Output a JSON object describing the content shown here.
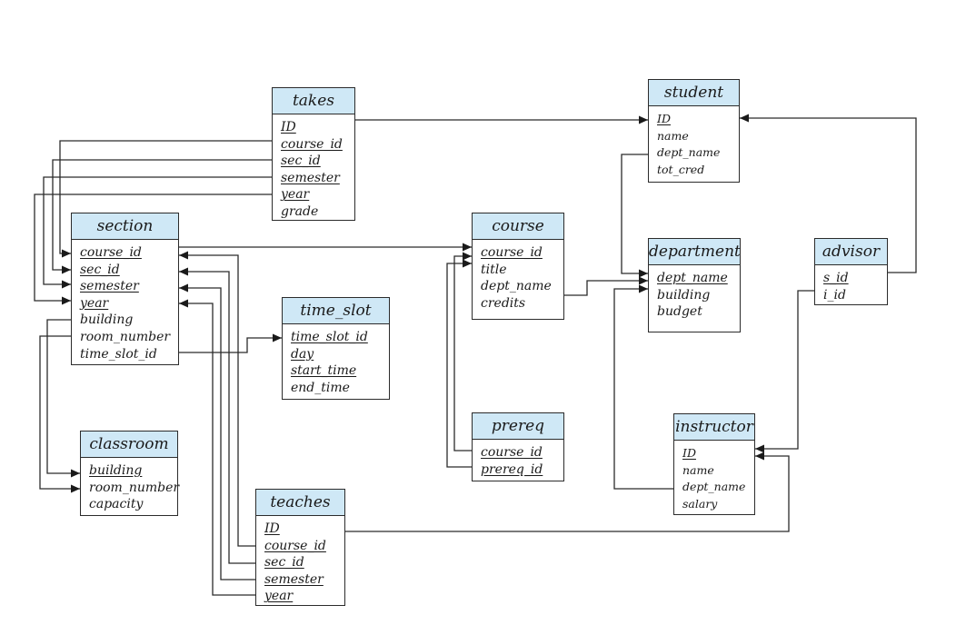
{
  "tables": {
    "takes": {
      "name": "takes",
      "attributes": [
        {
          "name": "ID",
          "key": true
        },
        {
          "name": "course_id",
          "key": true
        },
        {
          "name": "sec_id",
          "key": true
        },
        {
          "name": "semester",
          "key": true
        },
        {
          "name": "year",
          "key": true
        },
        {
          "name": "grade",
          "key": false
        }
      ]
    },
    "student": {
      "name": "student",
      "attributes": [
        {
          "name": "ID",
          "key": true
        },
        {
          "name": "name",
          "key": false
        },
        {
          "name": "dept_name",
          "key": false
        },
        {
          "name": "tot_cred",
          "key": false
        }
      ]
    },
    "section": {
      "name": "section",
      "attributes": [
        {
          "name": "course_id",
          "key": true
        },
        {
          "name": "sec_id",
          "key": true
        },
        {
          "name": "semester",
          "key": true
        },
        {
          "name": "year",
          "key": true
        },
        {
          "name": "building",
          "key": false
        },
        {
          "name": "room_number",
          "key": false
        },
        {
          "name": "time_slot_id",
          "key": false
        }
      ]
    },
    "course": {
      "name": "course",
      "attributes": [
        {
          "name": "course_id",
          "key": true
        },
        {
          "name": "title",
          "key": false
        },
        {
          "name": "dept_name",
          "key": false
        },
        {
          "name": "credits",
          "key": false
        }
      ]
    },
    "department": {
      "name": "department",
      "attributes": [
        {
          "name": "dept_name",
          "key": true
        },
        {
          "name": "building",
          "key": false
        },
        {
          "name": "budget",
          "key": false
        }
      ]
    },
    "advisor": {
      "name": "advisor",
      "attributes": [
        {
          "name": "s_id",
          "key": true
        },
        {
          "name": "i_id",
          "key": false
        }
      ]
    },
    "time_slot": {
      "name": "time_slot",
      "attributes": [
        {
          "name": "time_slot_id",
          "key": true
        },
        {
          "name": "day",
          "key": true
        },
        {
          "name": "start_time",
          "key": true
        },
        {
          "name": "end_time",
          "key": false
        }
      ]
    },
    "classroom": {
      "name": "classroom",
      "attributes": [
        {
          "name": "building",
          "key": true
        },
        {
          "name": "room_number",
          "key": false
        },
        {
          "name": "capacity",
          "key": false
        }
      ]
    },
    "prereq": {
      "name": "prereq",
      "attributes": [
        {
          "name": "course_id",
          "key": true
        },
        {
          "name": "prereq_id",
          "key": true
        }
      ]
    },
    "instructor": {
      "name": "instructor",
      "attributes": [
        {
          "name": "ID",
          "key": true
        },
        {
          "name": "name",
          "key": false
        },
        {
          "name": "dept_name",
          "key": false
        },
        {
          "name": "salary",
          "key": false
        }
      ]
    },
    "teaches": {
      "name": "teaches",
      "attributes": [
        {
          "name": "ID",
          "key": true
        },
        {
          "name": "course_id",
          "key": true
        },
        {
          "name": "sec_id",
          "key": true
        },
        {
          "name": "semester",
          "key": true
        },
        {
          "name": "year",
          "key": true
        }
      ]
    }
  },
  "relationships": [
    {
      "from": "takes.ID",
      "to": "student.ID"
    },
    {
      "from": "takes.course_id",
      "to": "section.course_id"
    },
    {
      "from": "takes.sec_id",
      "to": "section.sec_id"
    },
    {
      "from": "takes.semester",
      "to": "section.semester"
    },
    {
      "from": "takes.year",
      "to": "section.year"
    },
    {
      "from": "section.course_id",
      "to": "course.course_id"
    },
    {
      "from": "section.time_slot_id",
      "to": "time_slot.time_slot_id"
    },
    {
      "from": "section.building",
      "to": "classroom.building"
    },
    {
      "from": "section.room_number",
      "to": "classroom.room_number"
    },
    {
      "from": "course.dept_name",
      "to": "department.dept_name"
    },
    {
      "from": "student.dept_name",
      "to": "department.dept_name"
    },
    {
      "from": "instructor.dept_name",
      "to": "department.dept_name"
    },
    {
      "from": "advisor.s_id",
      "to": "student.ID"
    },
    {
      "from": "advisor.i_id",
      "to": "instructor.ID"
    },
    {
      "from": "prereq.course_id",
      "to": "course.course_id"
    },
    {
      "from": "prereq.prereq_id",
      "to": "course.course_id"
    },
    {
      "from": "teaches.ID",
      "to": "instructor.ID"
    },
    {
      "from": "teaches.course_id",
      "to": "section.course_id"
    },
    {
      "from": "teaches.sec_id",
      "to": "section.sec_id"
    },
    {
      "from": "teaches.semester",
      "to": "section.semester"
    },
    {
      "from": "teaches.year",
      "to": "section.year"
    }
  ]
}
